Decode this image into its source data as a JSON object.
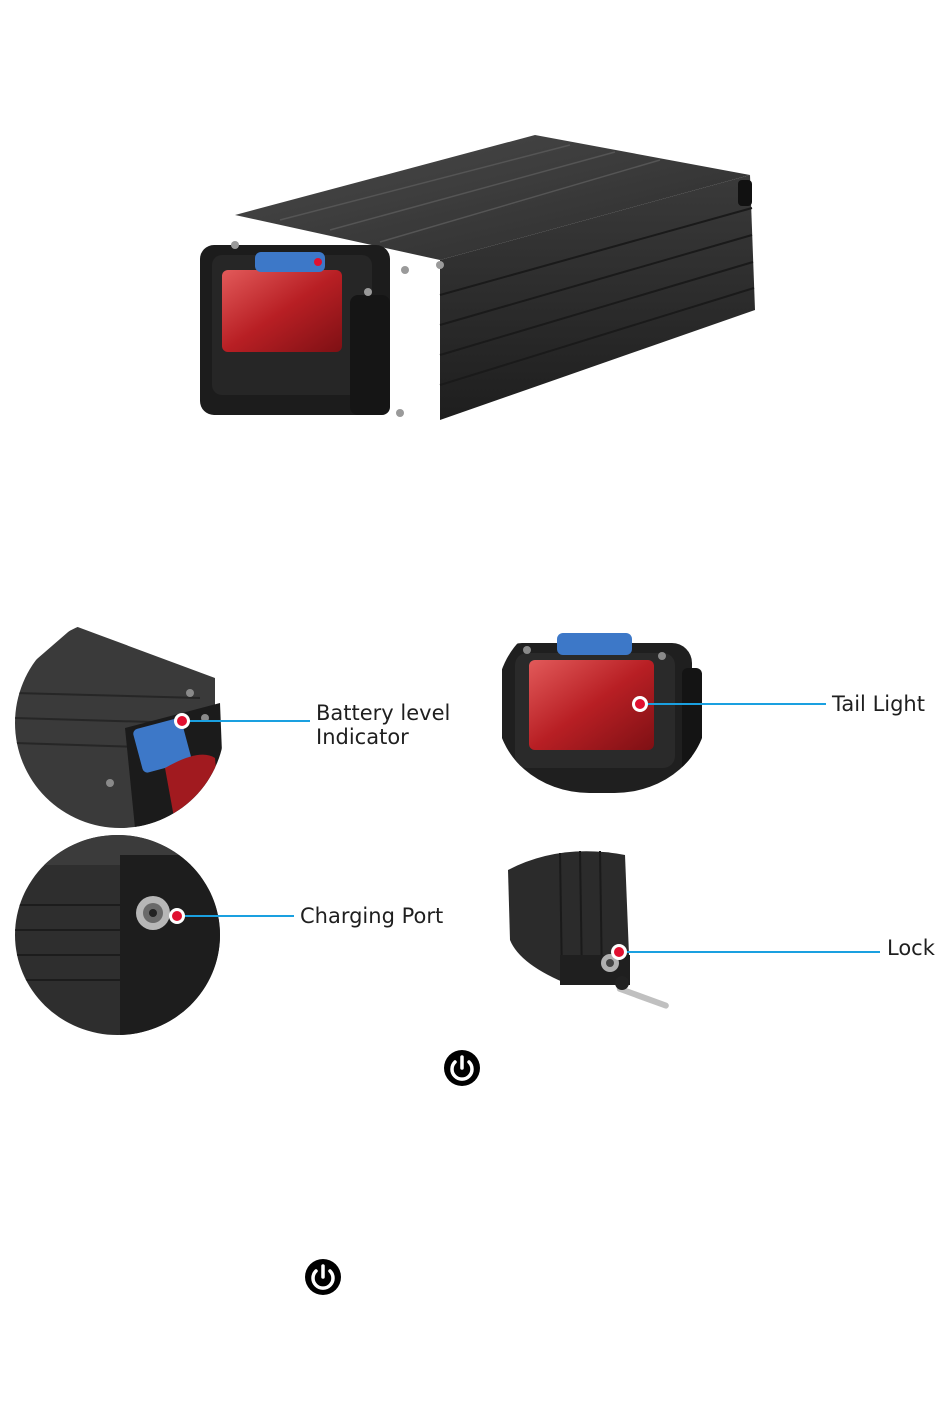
{
  "labels": {
    "battery_level": "Battery level",
    "battery_level_line2": "Indicator",
    "tail_light": "Tail Light",
    "charging_port": "Charging Port",
    "lock": "Lock"
  },
  "icons": {
    "power_1": "power-icon",
    "power_2": "power-icon"
  },
  "colors": {
    "callout_line": "#1aa0e0",
    "callout_dot": "#e01030",
    "battery_body": "#2b2b2b",
    "tail_light": "#c4282b",
    "indicator": "#3d78c8"
  }
}
